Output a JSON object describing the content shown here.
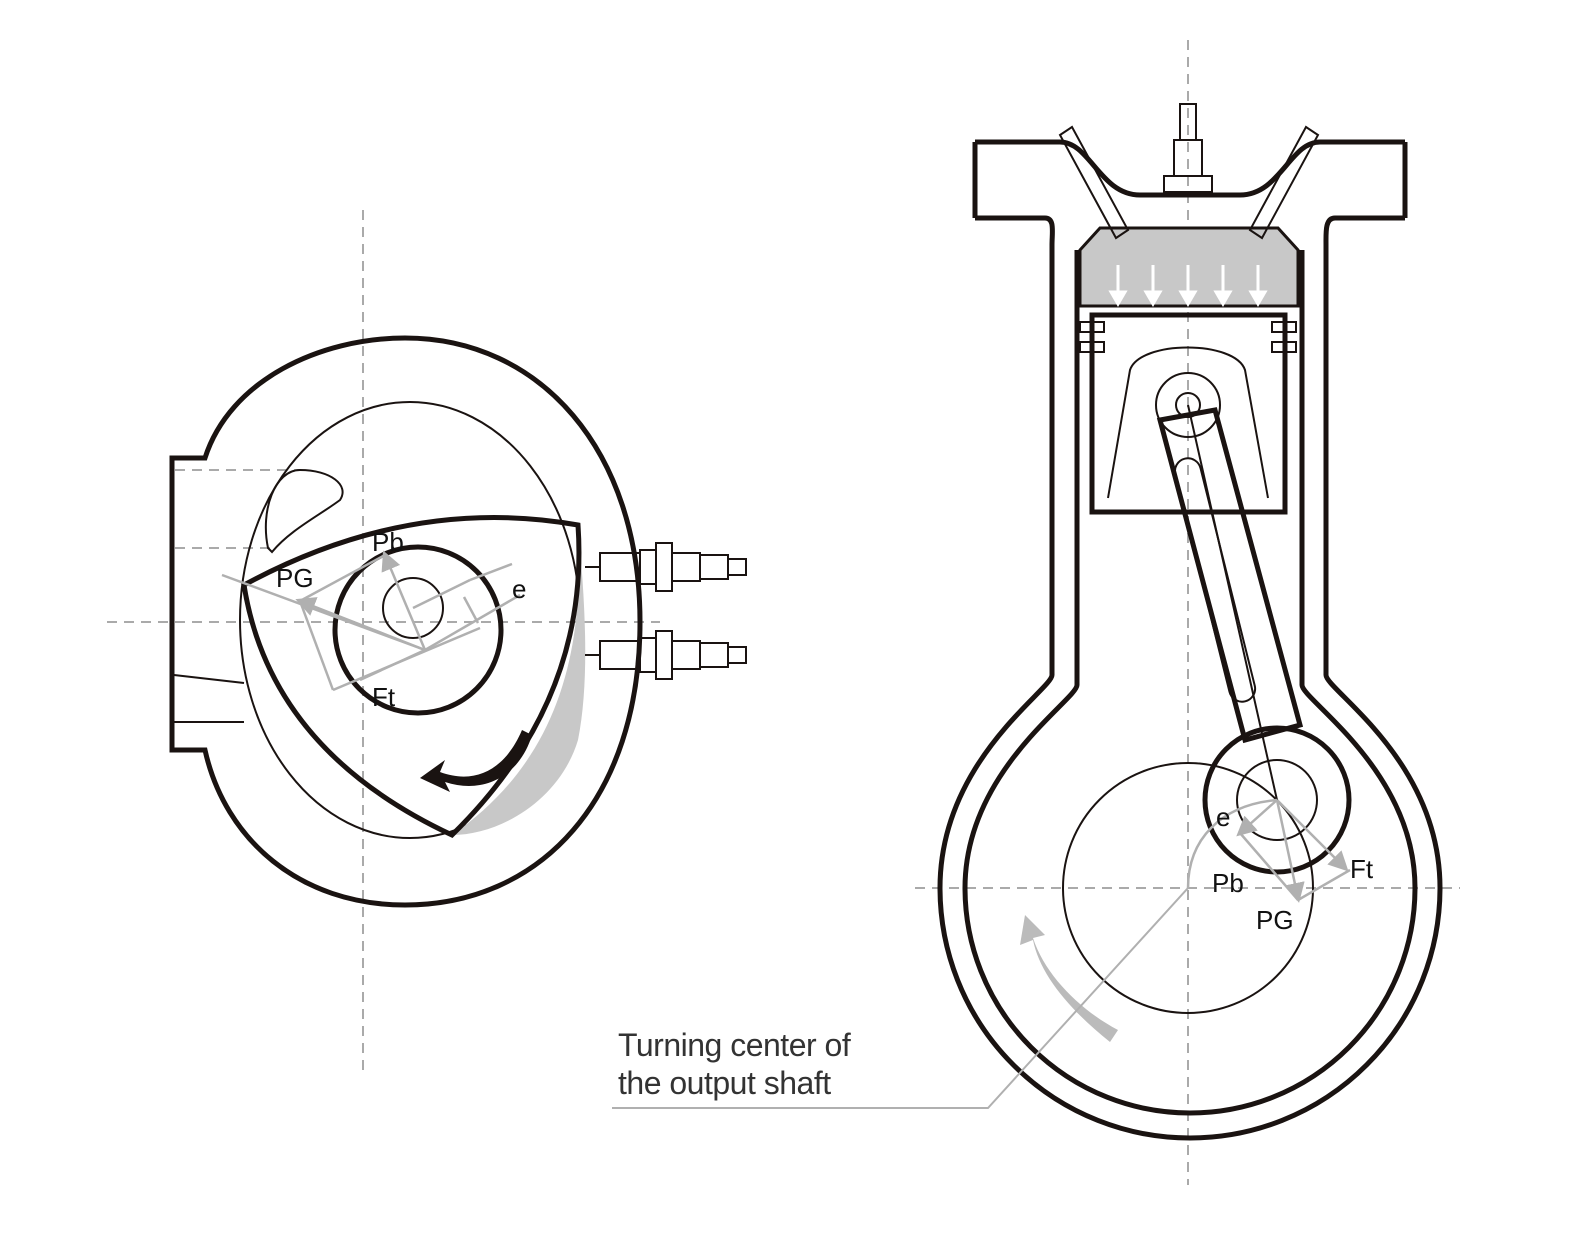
{
  "rotary_engine": {
    "labels": {
      "pb": "Pb",
      "pg": "PG",
      "e": "e",
      "ft": "Ft"
    }
  },
  "reciprocating_engine": {
    "labels": {
      "e": "e",
      "pb": "Pb",
      "ft": "Ft",
      "pg": "PG"
    }
  },
  "callout": {
    "line1": "Turning center of",
    "line2": "the output shaft"
  },
  "colors": {
    "ink": "#1a1311",
    "guide": "#b0b0b0",
    "pressure_fill": "#c8c8c8"
  }
}
